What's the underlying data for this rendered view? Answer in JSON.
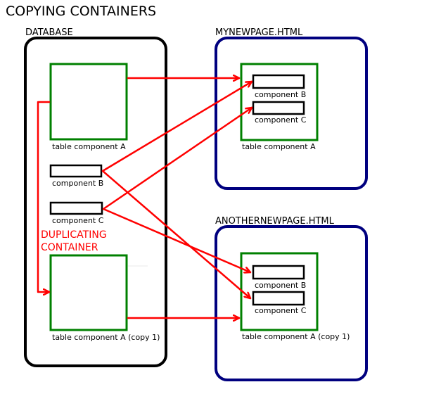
{
  "title": "COPYING CONTAINERS",
  "colors": {
    "database_border": "#000000",
    "page_border": "#00007f",
    "table_border": "#008000",
    "arrow": "#ff0000",
    "text": "#000000",
    "annotation": "#ff0000"
  },
  "database": {
    "label": "DATABASE",
    "table_a": "table component A",
    "component_b": "component B",
    "component_c": "component C",
    "table_a_copy": "table component A (copy 1)",
    "duplicating_line1": "DUPLICATING",
    "duplicating_line2": "CONTAINER"
  },
  "page1": {
    "label": "MYNEWPAGE.HTML",
    "component_b": "component B",
    "component_c": "component C",
    "table_label": "table component A"
  },
  "page2": {
    "label": "ANOTHERNEWPAGE.HTML",
    "component_b": "component B",
    "component_c": "component C",
    "table_label": "table component A (copy 1)"
  }
}
